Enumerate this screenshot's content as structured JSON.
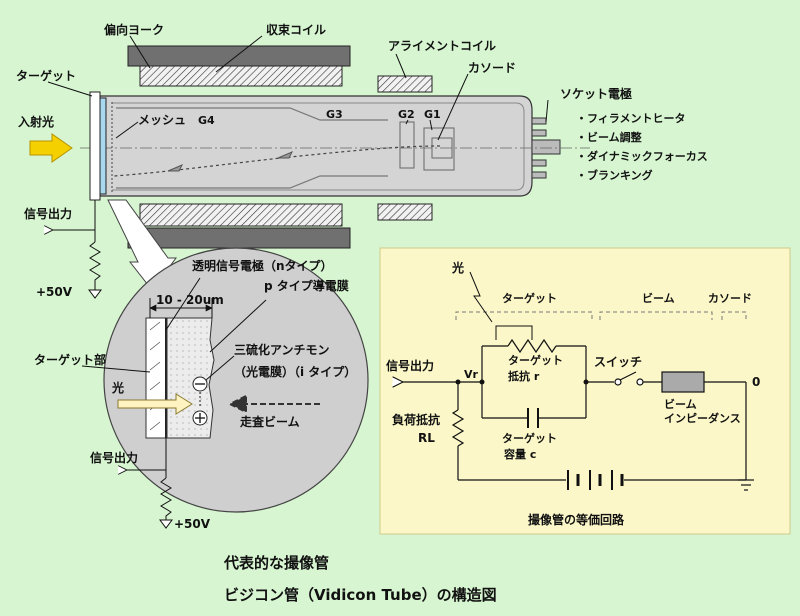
{
  "colors": {
    "background": "#d6f5d0",
    "circuit_panel": "#fbf7c8",
    "tube_body": "#d4d4d4",
    "coil_fill": "#6e6e6e",
    "magnified_circle": "#cfcfcf",
    "incident_arrow": "#f4d000"
  },
  "tube": {
    "deflection_yoke": "偏向ヨーク",
    "focus_coil": "収束コイル",
    "alignment_coil": "アライメントコイル",
    "cathode": "カソード",
    "target": "ターゲット",
    "incident_light": "入射光",
    "mesh": "メッシュ",
    "g4": "G4",
    "g3": "G3",
    "g2": "G2",
    "g1": "G1",
    "signal_output": "信号出力",
    "plus50v": "+50V",
    "socket_title": "ソケット電極",
    "socket_items": [
      "・フィラメントヒータ",
      "・ビーム調整",
      "・ダイナミックフォーカス",
      "・ブランキング"
    ]
  },
  "detail": {
    "transparent_electrode": "透明信号電極（nタイプ）",
    "p_layer": "p タイプ導電膜",
    "thickness": "10 - 20um",
    "target_part": "ターゲット部",
    "light": "光",
    "material_line1": "三硫化アンチモン",
    "material_line2": "（光電膜）（i タイプ）",
    "scan_beam": "走査ビーム",
    "signal_output": "信号出力",
    "plus50v": "+50V",
    "minus": "⊖",
    "plus": "⊕"
  },
  "circuit": {
    "light": "光",
    "target_header": "ターゲット",
    "beam_header": "ビーム",
    "cathode_header": "カソード",
    "signal_output": "信号出力",
    "vr": "Vr",
    "target_resistor_l1": "ターゲット",
    "target_resistor_l2": "抵抗 r",
    "switch": "スイッチ",
    "beam_impedance_l1": "ビーム",
    "beam_impedance_l2": "インピーダンス",
    "zero": "0",
    "load_l1": "負荷抵抗",
    "load_l2": "RL",
    "target_cap_l1": "ターゲット",
    "target_cap_l2": "容量 c",
    "caption": "撮像管の等価回路"
  },
  "footer": {
    "line1": "代表的な撮像管",
    "line2": "ビジコン管（Vidicon Tube）の構造図"
  }
}
